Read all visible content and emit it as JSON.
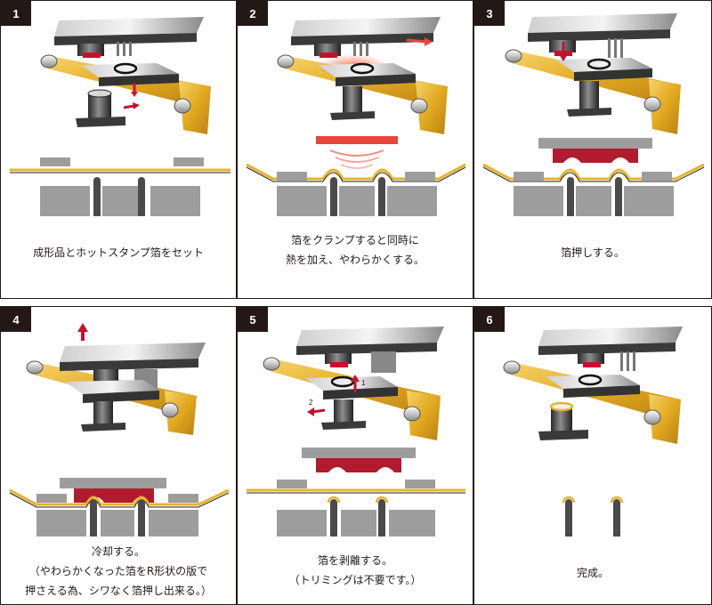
{
  "panels": [
    {
      "number": "1",
      "caption_lines": [
        "成形品とホットスタンプ箔をセット"
      ]
    },
    {
      "number": "2",
      "caption_lines": [
        "箔をクランプすると同時に",
        "熱を加え、やわらかくする。"
      ]
    },
    {
      "number": "3",
      "caption_lines": [
        "箔押しする。"
      ]
    },
    {
      "number": "4",
      "caption_lines": [
        "冷却する。",
        "（やわらかくなった箔をR形状の版で",
        "押さえる為、シワなく箔押し出来る。）"
      ]
    },
    {
      "number": "5",
      "caption_lines": [
        "箔を剥離する。",
        "（トリミングは不要です。）"
      ],
      "arrow_labels": [
        "1",
        "2"
      ]
    },
    {
      "number": "6",
      "caption_lines": [
        "完成。"
      ]
    }
  ],
  "colors": {
    "frame": "#231815",
    "foil_gold": "#e6b42c",
    "plate_red": "#b01c2e",
    "heater_red": "#e8453c",
    "block_gray": "#9d9d9d",
    "steel": "#555555"
  }
}
